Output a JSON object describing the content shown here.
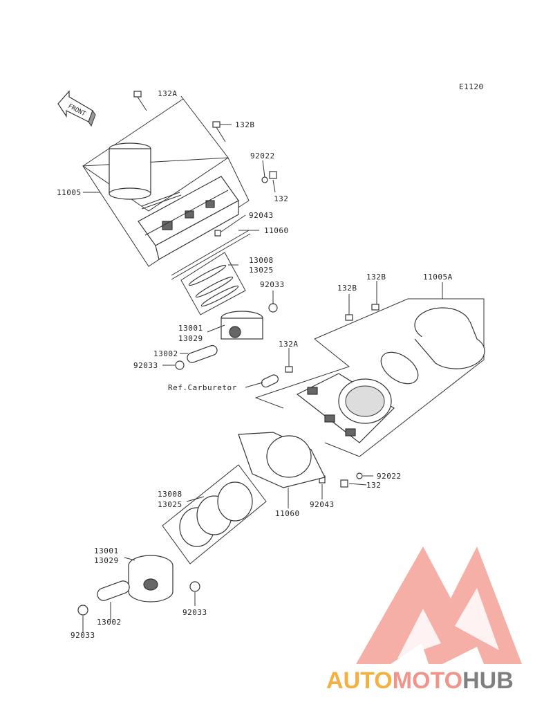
{
  "diagram_code": "E1120",
  "front_arrow_text": "FRONT",
  "labels": {
    "p132A_top": "132A",
    "p132B_top": "132B",
    "p92022_top": "92022",
    "p132_top": "132",
    "p11005": "11005",
    "p92043_top": "92043",
    "p11060_top": "11060",
    "p13008_top": "13008",
    "p13025_top": "13025",
    "p92033_top": "92033",
    "p13001_top": "13001",
    "p13029_top": "13029",
    "p13002_top": "13002",
    "p92033_left_top": "92033",
    "p132B_mid": "132B",
    "p132B_right": "132B",
    "p11005A": "11005A",
    "p132A_mid": "132A",
    "ref_carburetor": "Ref.Carburetor",
    "p92022_bot": "92022",
    "p132_bot": "132",
    "p92043_bot": "92043",
    "p11060_bot": "11060",
    "p13008_bot": "13008",
    "p13025_bot": "13025",
    "p13001_bot": "13001",
    "p13029_bot": "13029",
    "p92033_right_bot": "92033",
    "p13002_bot": "13002",
    "p92033_left_bot": "92033"
  },
  "watermark": {
    "part1": "AUTO",
    "part2": "MOTO",
    "part3": "HUB",
    "color1": "#f5b041",
    "color2": "#f1948a",
    "color3": "#7f7f7f",
    "logo_color": "#f1948a"
  }
}
